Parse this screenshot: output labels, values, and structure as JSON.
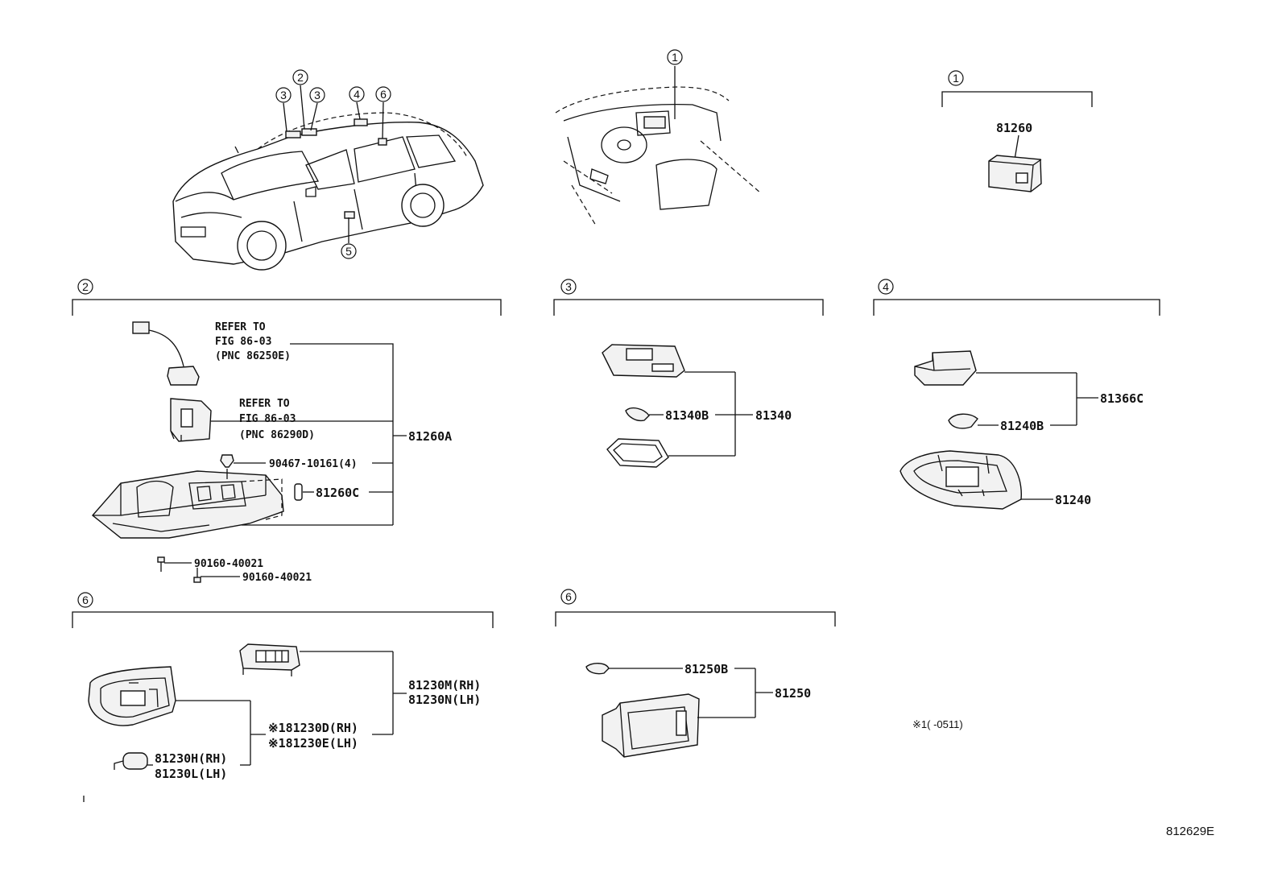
{
  "callouts": {
    "c1": "1",
    "c2": "2",
    "c3": "3",
    "c4": "4",
    "c5": "5",
    "c6": "6"
  },
  "refer_notes": {
    "refer1_line1": "REFER TO",
    "refer1_line2": "FIG 86-03",
    "refer1_line3": "(PNC 86250E)",
    "refer2_line1": "REFER TO",
    "refer2_line2": "FIG 86-03",
    "refer2_line3": "(PNC 86290D)"
  },
  "parts": {
    "p81260": "81260",
    "p81260A": "81260A",
    "p90467": "90467-10161(4)",
    "p81260C": "81260C",
    "p90160a": "90160-40021",
    "p90160b": "90160-40021",
    "p81340B": "81340B",
    "p81340": "81340",
    "p81366C": "81366C",
    "p81240B": "81240B",
    "p81240": "81240",
    "p81230M": "81230M(RH)",
    "p81230N": "81230N(LH)",
    "p81230D": "※181230D(RH)",
    "p81230E": "※181230E(LH)",
    "p81230H": "81230H(RH)",
    "p81230L": "81230L(LH)",
    "p81250B": "81250B",
    "p81250": "81250"
  },
  "footnote": "※1(      -0511)",
  "figure_id": "812629E"
}
